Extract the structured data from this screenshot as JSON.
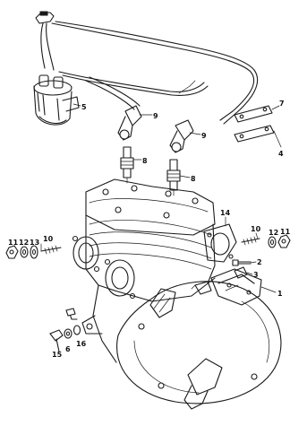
{
  "diagram": {
    "callouts": [
      {
        "id": "c1",
        "text": "1"
      },
      {
        "id": "c2",
        "text": "2"
      },
      {
        "id": "c3",
        "text": "3"
      },
      {
        "id": "c4",
        "text": "4"
      },
      {
        "id": "c5",
        "text": "5"
      },
      {
        "id": "c6",
        "text": "6"
      },
      {
        "id": "c7",
        "text": "7"
      },
      {
        "id": "c8a",
        "text": "8"
      },
      {
        "id": "c8b",
        "text": "8"
      },
      {
        "id": "c9a",
        "text": "9"
      },
      {
        "id": "c9b",
        "text": "9"
      },
      {
        "id": "c10a",
        "text": "10"
      },
      {
        "id": "c10b",
        "text": "10"
      },
      {
        "id": "c11a",
        "text": "11"
      },
      {
        "id": "c11b",
        "text": "11"
      },
      {
        "id": "c12a",
        "text": "12"
      },
      {
        "id": "c12b",
        "text": "12"
      },
      {
        "id": "c13",
        "text": "13"
      },
      {
        "id": "c14",
        "text": "14"
      },
      {
        "id": "c15",
        "text": "15"
      },
      {
        "id": "c16",
        "text": "16"
      }
    ]
  }
}
